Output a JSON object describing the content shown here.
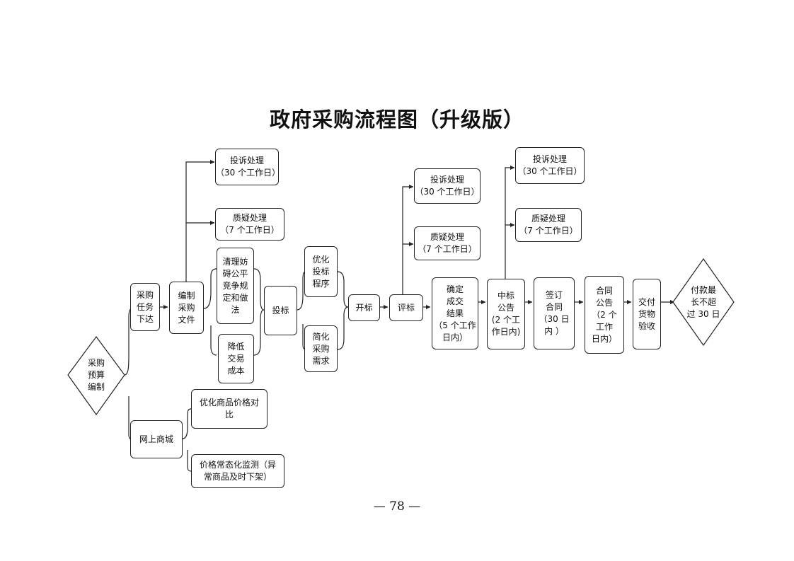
{
  "title": "政府采购流程图（升级版）",
  "page_number": "— 78 —",
  "nodes": {
    "budget": "采购\n预算\n编制",
    "task": "采购\n任务\n下达",
    "mall": "网上商城",
    "mall_price_compare": "优化商品价格对\n比",
    "mall_monitor": "价格常态化监测（异\n常商品及时下架）",
    "compile": "编制\n采购\n文件",
    "complaint_1": "投诉处理\n（30 个工作日）",
    "query_1": "质疑处理\n（7 个工作日）",
    "clean_rules": "清理妨\n碍公平\n竞争规\n定和做\n法",
    "reduce_cost": "降低\n交易\n成本",
    "bidding": "投标",
    "optimize_proc": "优化\n投标\n程序",
    "simplify_req": "简化\n采购\n需求",
    "open_bid": "开标",
    "evaluate": "评标",
    "complaint_2": "投诉处理\n（30 个工作日）",
    "query_2": "质疑处理\n（7 个工作日）",
    "confirm": "确定\n成交\n结果\n（5 个工作\n日内）",
    "award_notice": "中标\n公告\n(2 个工\n作日内)",
    "complaint_3": "投诉处理\n（30 个工作日）",
    "query_3": "质疑处理\n（7 个工作日）",
    "sign": "签订\n合同\n（30 日\n内 ）",
    "contract_notice": "合同\n公告\n（2 个\n工作\n日内）",
    "delivery": "交付\n货物\n验收",
    "payment": "付款最\n长不超\n过 30 日"
  }
}
